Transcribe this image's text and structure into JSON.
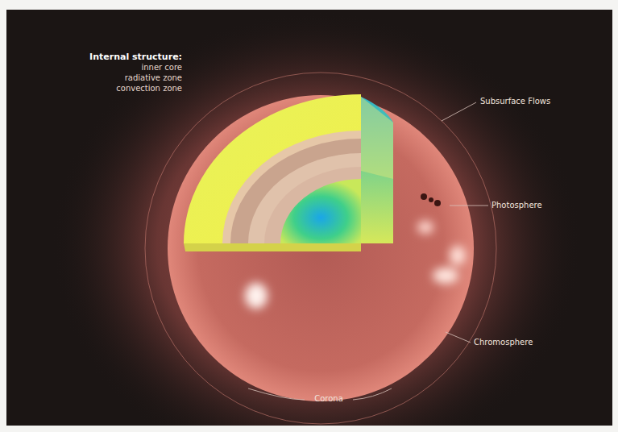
{
  "diagram": {
    "labels": [
      "Internal structure:",
      "inner core",
      "radiative zone",
      "convection zone",
      "Subsurface Flows",
      "Photosphere",
      "Chromosphere",
      "Corona"
    ]
  }
}
